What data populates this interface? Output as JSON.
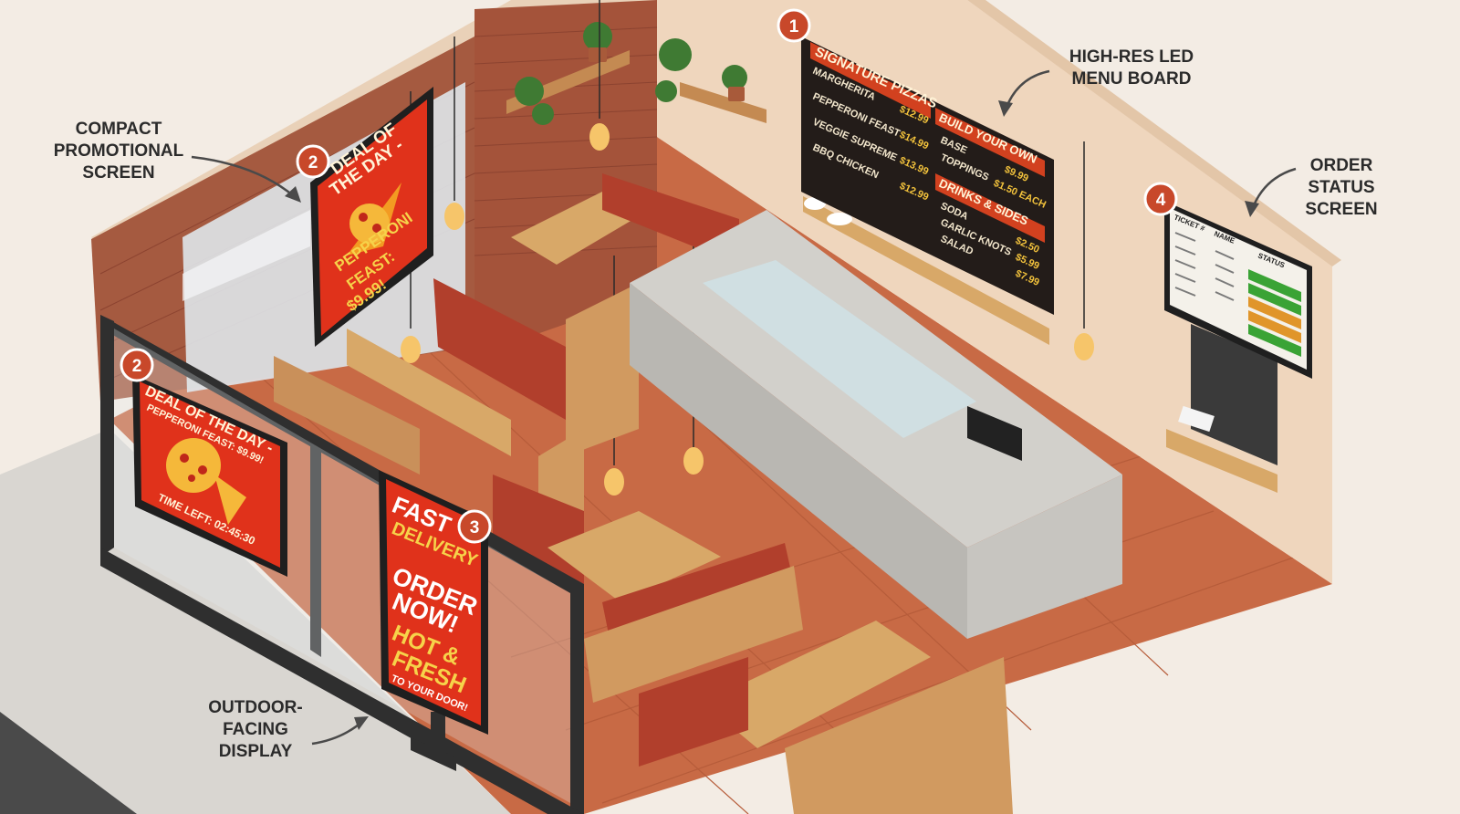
{
  "callouts": {
    "compact_promo": [
      "COMPACT",
      "PROMOTIONAL",
      "SCREEN"
    ],
    "menu_board": [
      "HIGH-RES LED",
      "MENU BOARD"
    ],
    "order_status": [
      "ORDER",
      "STATUS",
      "SCREEN"
    ],
    "outdoor": [
      "OUTDOOR-",
      "FACING",
      "DISPLAY"
    ]
  },
  "badges": {
    "menu": "1",
    "promo_wall": "2",
    "promo_window": "2",
    "outdoor": "3",
    "order": "4"
  },
  "menu_board": {
    "sec1_title": "SIGNATURE PIZZAS",
    "sec1_items": [
      {
        "name": "MARGHERITA",
        "price": "$12.99"
      },
      {
        "name": "PEPPERONI FEAST",
        "price": "$14.99"
      },
      {
        "name": "VEGGIE SUPREME",
        "price": "$13.99"
      },
      {
        "name": "BBQ CHICKEN",
        "price": "$12.99"
      }
    ],
    "sec2_title": "BUILD YOUR OWN",
    "sec2_items": [
      {
        "name": "BASE",
        "price": "$9.99"
      },
      {
        "name": "TOPPINGS",
        "price": "$1.50 EACH"
      }
    ],
    "sec3_title": "DRINKS & SIDES",
    "sec3_items": [
      {
        "name": "SODA",
        "price": "$2.50"
      },
      {
        "name": "GARLIC KNOTS",
        "price": "$5.99"
      },
      {
        "name": "SALAD",
        "price": "$7.99"
      }
    ]
  },
  "promo_wall": {
    "l1": "DEAL OF",
    "l2": "THE DAY -",
    "l3": "PEPPERONI",
    "l4": "FEAST:",
    "l5": "$9.99!"
  },
  "promo_window": {
    "l1": "DEAL OF THE DAY -",
    "l2": "PEPPERONI FEAST: $9.99!",
    "l3": "TIME LEFT: 02:45:30"
  },
  "outdoor_display": {
    "l1": "FAST",
    "l2": "DELIVERY",
    "l3": "ORDER",
    "l4": "NOW!",
    "l5": "HOT &",
    "l6": "FRESH",
    "l7": "TO YOUR DOOR!"
  },
  "order_status": {
    "col1": "TICKET #",
    "col2": "NAME",
    "col3": "STATUS"
  },
  "colors": {
    "badge": "#c8482a",
    "floor": "#c86a45",
    "wall": "#efd6bd",
    "brick": "#a4533a",
    "booth": "#b13f2c",
    "wood": "#d8a868",
    "counter": "#c8c6c1",
    "screen_red": "#e0321b",
    "menu_bg": "#231c19"
  }
}
